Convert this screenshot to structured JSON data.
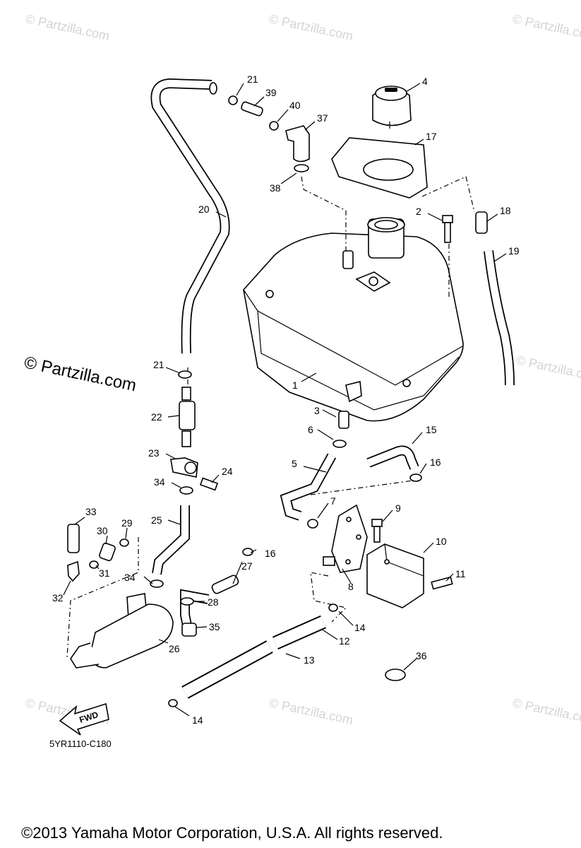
{
  "watermarks": {
    "small": "© Partzilla.com",
    "large": "© Partzilla.com"
  },
  "diagram_code": "5YR1110-C180",
  "fwd_label": "FWD",
  "copyright": "©2013  Yamaha Motor Corporation, U.S.A. All rights reserved.",
  "callouts": {
    "c1": "1",
    "c2": "2",
    "c3": "3",
    "c4": "4",
    "c5": "5",
    "c6": "6",
    "c7": "7",
    "c8": "8",
    "c9": "9",
    "c10": "10",
    "c11": "11",
    "c12": "12",
    "c13": "13",
    "c14a": "14",
    "c14b": "14",
    "c15": "15",
    "c16a": "16",
    "c16b": "16",
    "c17": "17",
    "c18": "18",
    "c19": "19",
    "c20": "20",
    "c21a": "21",
    "c21b": "21",
    "c22": "22",
    "c23": "23",
    "c24": "24",
    "c25": "25",
    "c26": "26",
    "c27": "27",
    "c28": "28",
    "c29": "29",
    "c30": "30",
    "c31": "31",
    "c32": "32",
    "c33": "33",
    "c34a": "34",
    "c34b": "34",
    "c35": "35",
    "c36": "36",
    "c37": "37",
    "c38": "38",
    "c39": "39",
    "c40": "40"
  }
}
